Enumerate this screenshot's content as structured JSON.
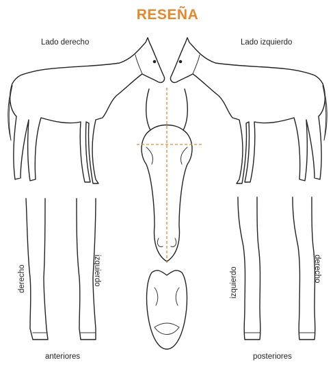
{
  "title": "RESEÑA",
  "labels": {
    "right_side": "Lado derecho",
    "left_side": "Lado izquierdo",
    "front_right": "derecho",
    "front_left": "izquierdo",
    "hind_left": "izquierdo",
    "hind_right": "derecho",
    "front_group": "anteriores",
    "hind_group": "posteriores"
  },
  "colors": {
    "accent": "#e8872a",
    "line": "#222222"
  }
}
